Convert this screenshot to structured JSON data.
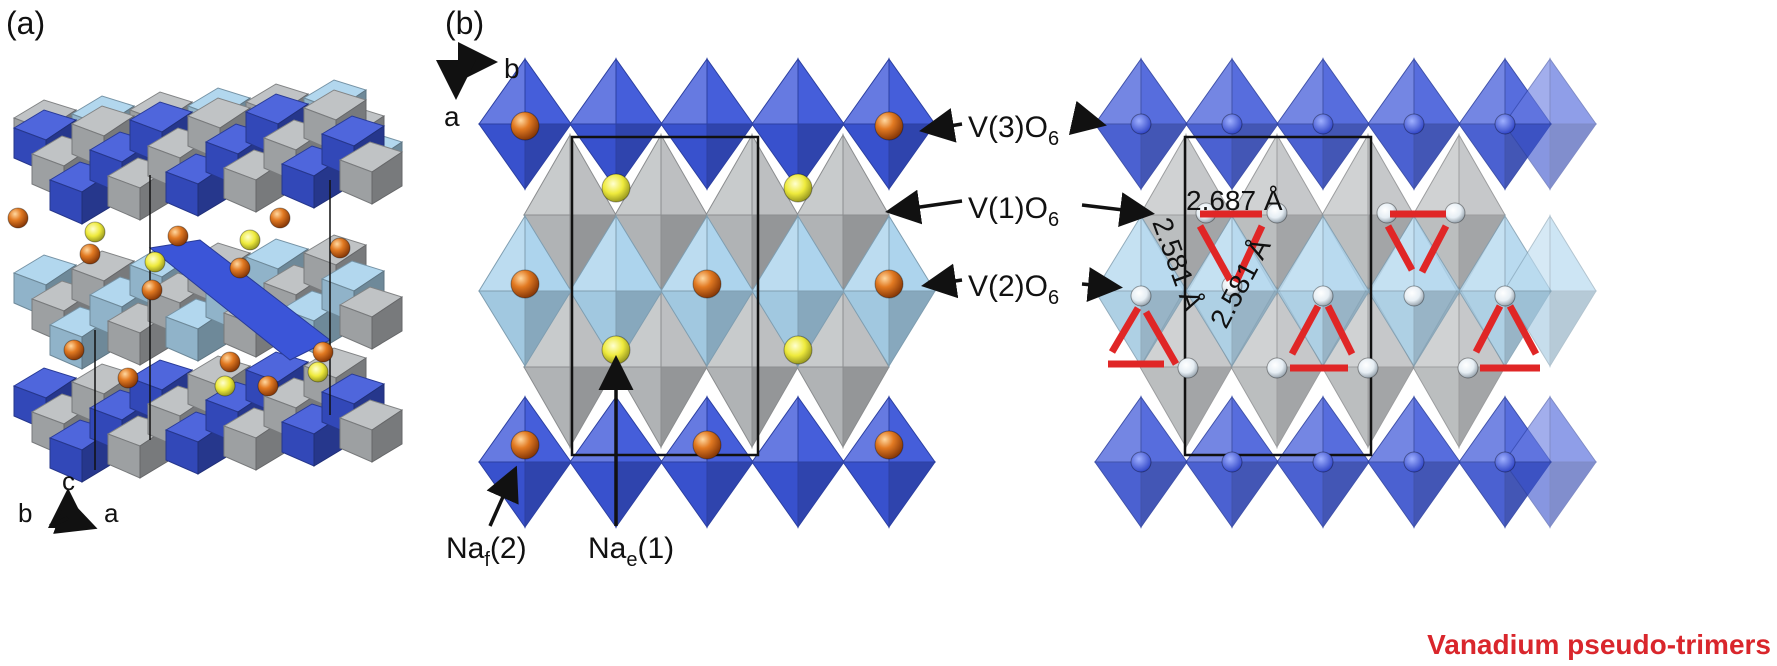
{
  "panels": {
    "a": {
      "label": "(a)",
      "axes": {
        "c": "c",
        "b": "b",
        "a": "a"
      }
    },
    "b": {
      "label": "(b)",
      "axes": {
        "b": "b",
        "a": "a"
      }
    }
  },
  "annotations": {
    "v3": {
      "base": "V(3)O",
      "sub": "6"
    },
    "v1": {
      "base": "V(1)O",
      "sub": "6"
    },
    "v2": {
      "base": "V(2)O",
      "sub": "6"
    },
    "naf": {
      "base": "Na",
      "sub": "f",
      "suffix": "(2)"
    },
    "nae": {
      "base": "Na",
      "sub": "e",
      "suffix": "(1)"
    },
    "dist_top": "2.687 Å",
    "dist_left": "2.581 Å",
    "dist_right": "2.581 Å"
  },
  "caption": "Vanadium pseudo-trimers",
  "colors": {
    "v3": "#3b55d8",
    "v1": "#b9bcbe",
    "v2": "#a9d2ec",
    "na_f": "#d8701a",
    "na_e": "#e6e33a",
    "trimer": "#e02626",
    "caption": "#d9262c"
  }
}
